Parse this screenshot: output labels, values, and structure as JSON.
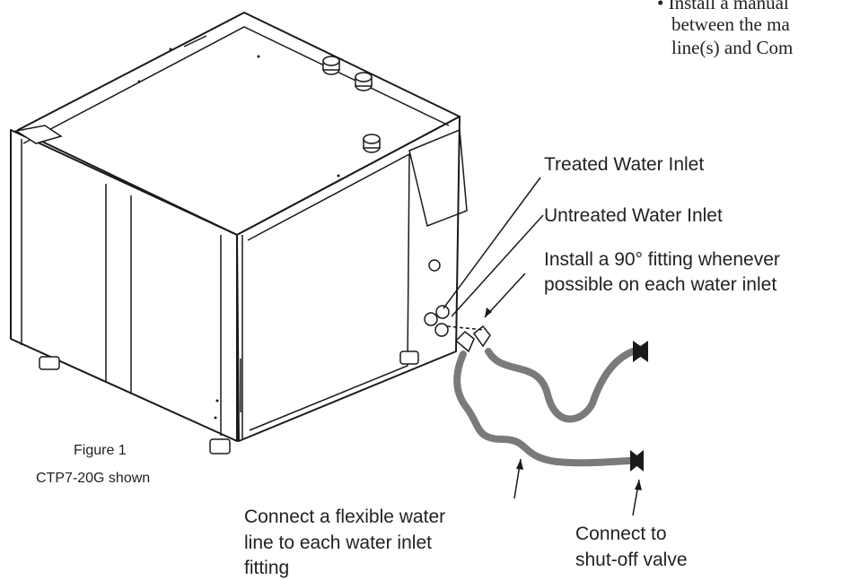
{
  "note": {
    "line1": "• Install a manual",
    "line2": "between the ma",
    "line3": "line(s) and Com"
  },
  "labels": {
    "treated": "Treated Water Inlet",
    "untreated": "Untreated Water Inlet",
    "fitting_line1": "Install a 90° fitting whenever",
    "fitting_line2": "possible on each water inlet",
    "flex_line1": "Connect a flexible water",
    "flex_line2": "line to each water inlet",
    "flex_line3": "fitting",
    "valve_line1": "Connect to",
    "valve_line2": "shut-off valve"
  },
  "figure": {
    "number": "Figure 1",
    "caption": "CTP7-20G shown"
  },
  "colors": {
    "line": "#1a1a1a",
    "hose": "#7a7a7a",
    "text": "#222222"
  }
}
